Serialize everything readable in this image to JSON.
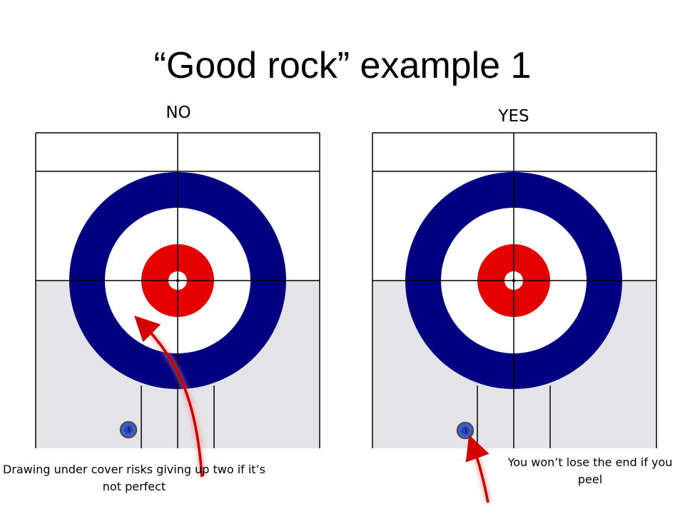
{
  "title": "“Good rock” example 1",
  "panels": [
    {
      "heading": "NO",
      "caption": "Drawing under cover risks giving up two if it’s not perfect"
    },
    {
      "heading": "YES",
      "caption": "You won’t lose the end if you peel"
    }
  ],
  "colors": {
    "ring_outer": "#000080",
    "ring_inner": "#e40000",
    "lane_lower": "#e4e4e8",
    "stone": "#3a5ed8",
    "arrow": "#d40000"
  }
}
